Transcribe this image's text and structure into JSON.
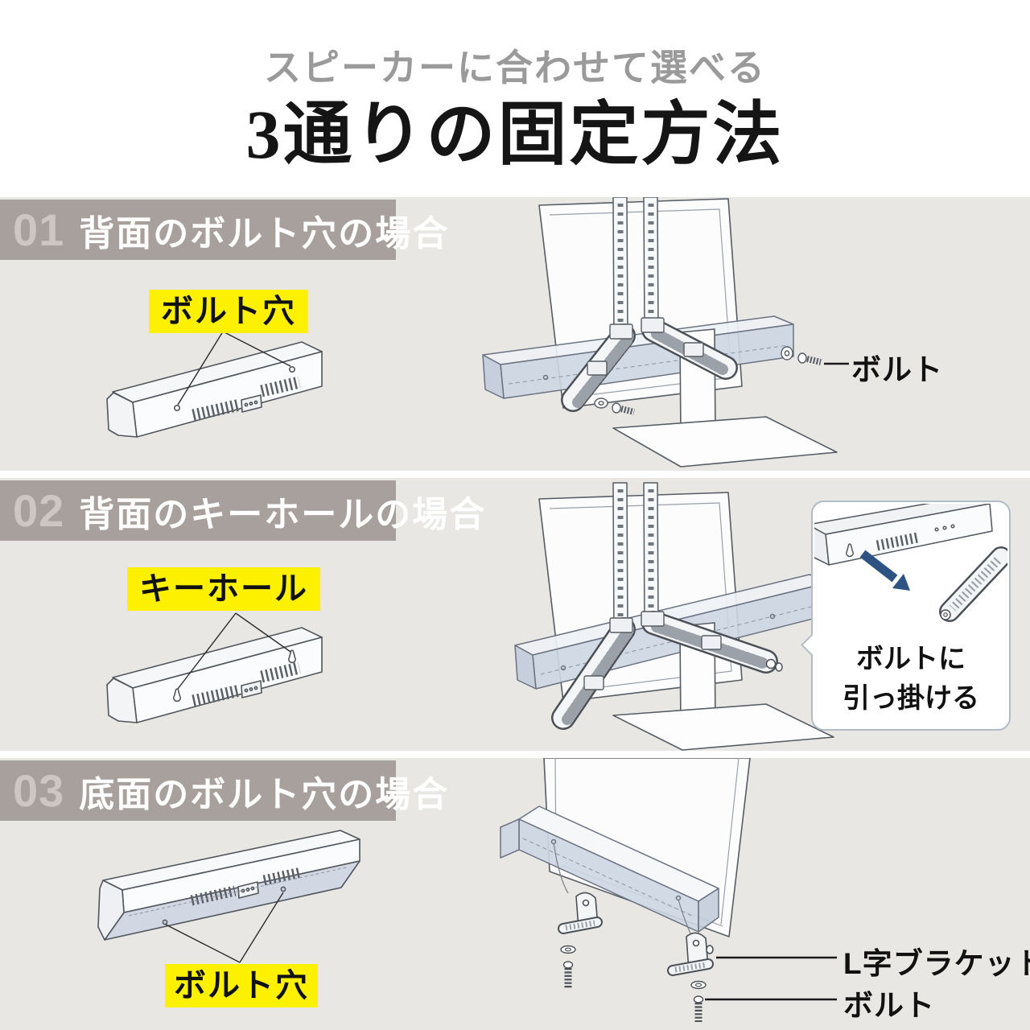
{
  "header": {
    "subtitle": "スピーカーに合わせて選べる",
    "title": "3通りの固定方法"
  },
  "sections": [
    {
      "number": "01",
      "title": "背面のボルト穴の場合",
      "part_label": "ボルト穴",
      "bolt_label": "ボルト"
    },
    {
      "number": "02",
      "title": "背面のキーホールの場合",
      "part_label": "キーホール",
      "inset_caption_line1": "ボルトに",
      "inset_caption_line2": "引っ掛ける"
    },
    {
      "number": "03",
      "title": "底面のボルト穴の場合",
      "part_label": "ボルト穴",
      "bracket_label": "L字ブラケット",
      "bolt_label": "ボルト"
    }
  ],
  "colors": {
    "section_header_band": "#a8a09d",
    "section_number": "#cdc7c3",
    "section_background": "#e8e7e4",
    "highlight_yellow": "#fdf100",
    "arrow_blue": "#2c5382",
    "soundbar_tint": "#cdd6e2"
  }
}
